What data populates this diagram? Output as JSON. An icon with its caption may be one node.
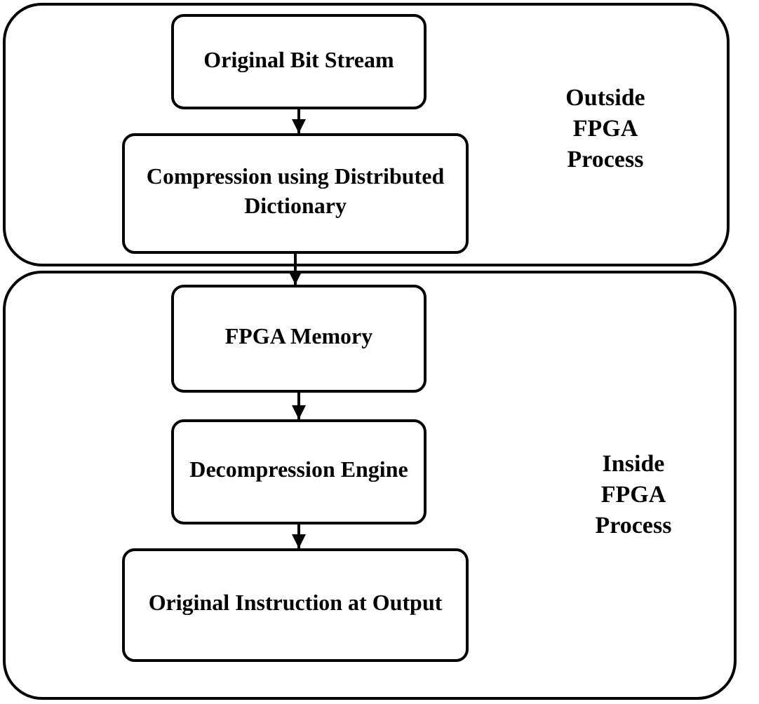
{
  "diagram": {
    "nodes": [
      {
        "text": [
          "Outside FPGA Process"
        ]
      },
      {
        "text": [
          "Original Bit Stream"
        ],
        "in": 0
      },
      {
        "text": [
          "Compression using Distributed Dictionary"
        ],
        "in": 0
      },
      {
        "text": [
          "Inside FPGA Process"
        ]
      },
      {
        "text": [
          "FPGA Memory"
        ],
        "in": 3
      },
      {
        "text": [
          "Decompression Engine"
        ],
        "in": 3
      },
      {
        "text": [
          "Original Instruction at Output"
        ],
        "in": 3
      }
    ],
    "edges": [
      {
        "from": 1,
        "to": 2,
        "arrow": "to"
      },
      {
        "from": 2,
        "to": 4,
        "arrow": "to"
      },
      {
        "from": 4,
        "to": 5,
        "arrow": "to"
      },
      {
        "from": 5,
        "to": 6,
        "arrow": "to"
      }
    ]
  }
}
